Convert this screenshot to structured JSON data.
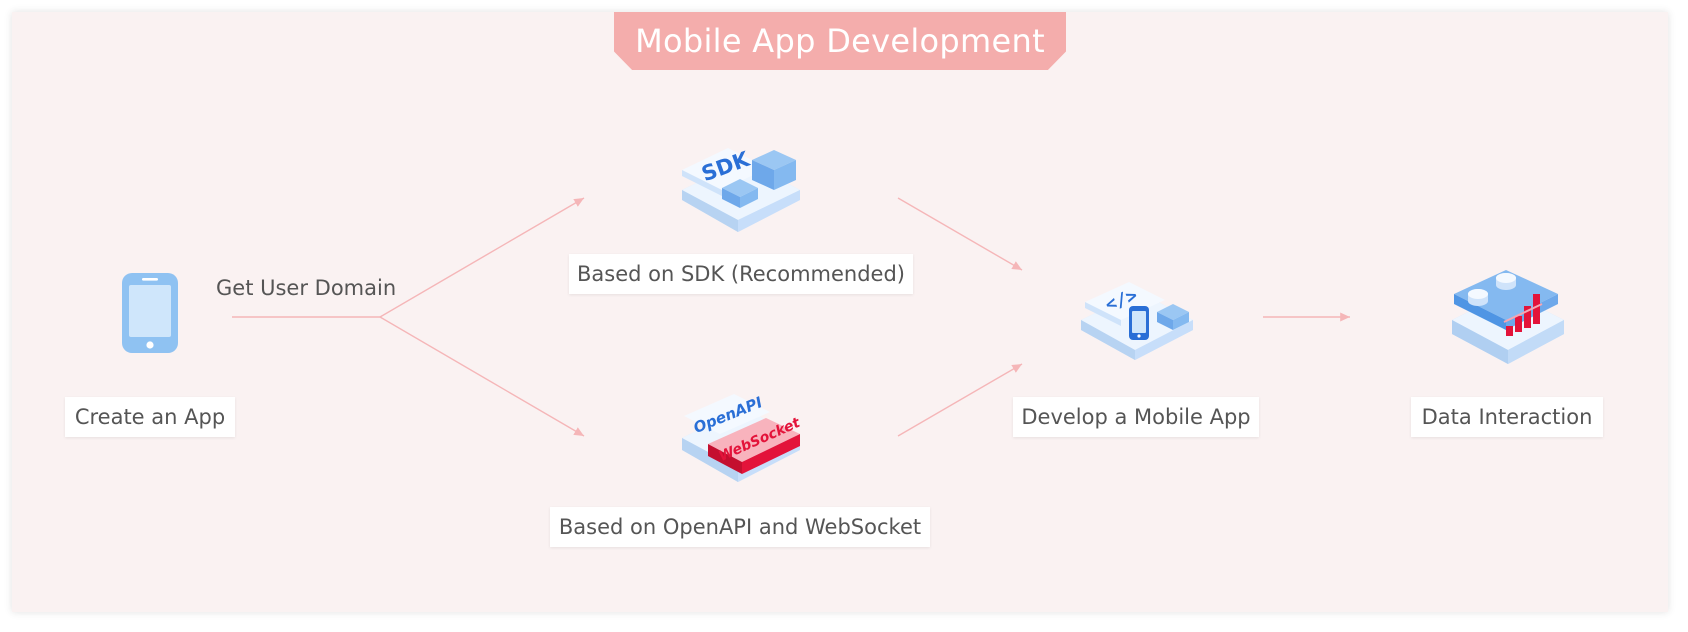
{
  "title": "Mobile App Development",
  "colors": {
    "panel_background": "#faf2f2",
    "title_tab": "#f4adac",
    "connector": "#f5b6b8",
    "icon_blue": "#a7ccf3",
    "icon_dark_blue": "#2a6fd6",
    "websocket_red": "#e3133a"
  },
  "nodes": {
    "create_app": {
      "label": "Create an App",
      "icon": "smartphone-icon"
    },
    "sdk": {
      "label": "Based on SDK (Recommended)",
      "icon": "sdk-icon",
      "icon_text": "SDK"
    },
    "openapi": {
      "label": "Based on OpenAPI and WebSocket",
      "icon": "openapi-websocket-icon",
      "icon_text_1": "OpenAPI",
      "icon_text_2": "WebSocket"
    },
    "develop": {
      "label": "Develop a Mobile App",
      "icon": "code-mobile-icon",
      "icon_text": "</>"
    },
    "data": {
      "label": "Data Interaction",
      "icon": "database-chart-icon"
    }
  },
  "edges": {
    "get_user_domain": "Get User Domain"
  }
}
